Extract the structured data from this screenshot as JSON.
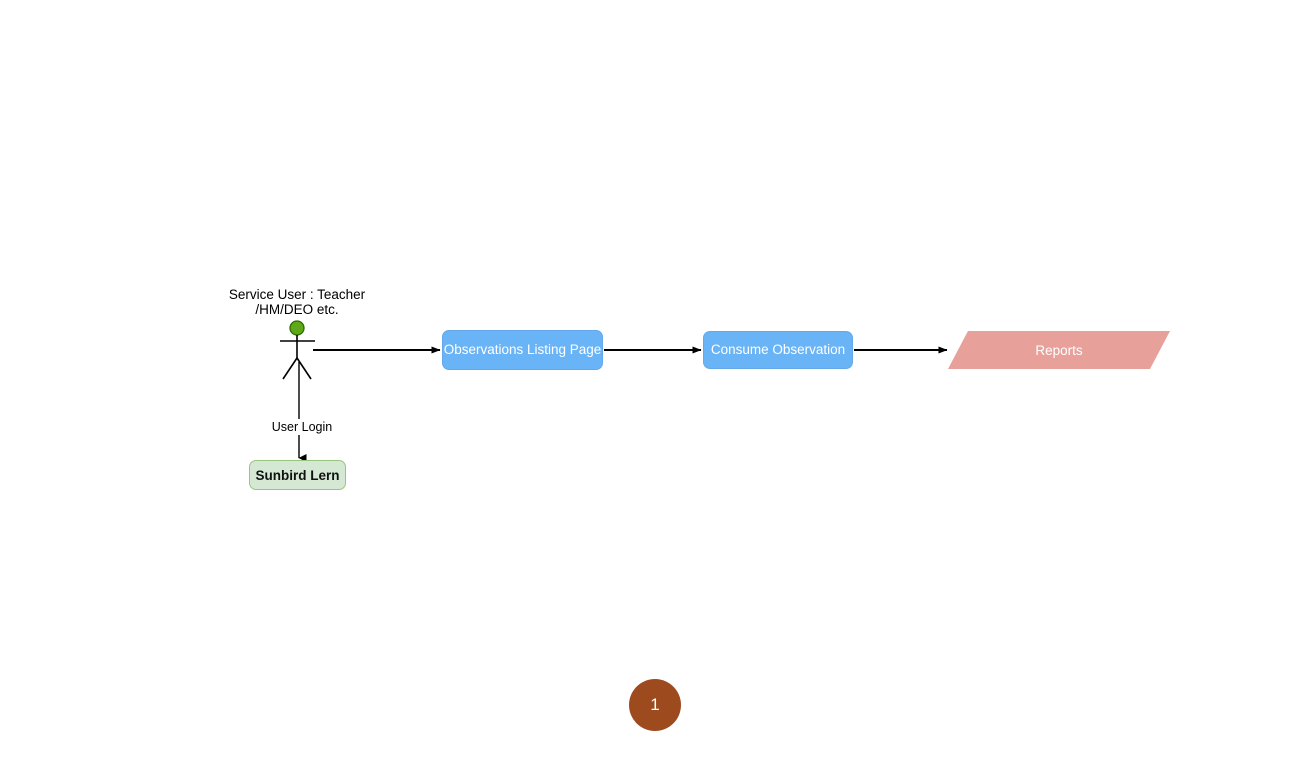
{
  "diagram": {
    "type": "flowchart",
    "background_color": "#ffffff",
    "actor": {
      "name": "service-user-actor",
      "label": "Service User : Teacher\n/HM/DEO etc.",
      "head_color": "#5fa817",
      "head_border_color": "#2d6a00",
      "stroke_color": "#000000"
    },
    "nodes": [
      {
        "id": "observations-listing-page",
        "label": "Observations Listing Page",
        "shape": "rounded-rectangle",
        "fill": "#69b3f7",
        "text_color": "#ffffff"
      },
      {
        "id": "consume-observation",
        "label": "Consume Observation",
        "shape": "rounded-rectangle",
        "fill": "#69b3f7",
        "text_color": "#ffffff"
      },
      {
        "id": "reports",
        "label": "Reports",
        "shape": "parallelogram",
        "fill": "#e8a09a",
        "text_color": "#ffffff"
      },
      {
        "id": "sunbird-lern",
        "label": "Sunbird Lern",
        "shape": "rounded-rectangle",
        "fill": "#d5e8d4",
        "border": "#9ac57f",
        "text_color": "#111111"
      }
    ],
    "edges": [
      {
        "id": "actor-to-observations",
        "from": "service-user-actor",
        "to": "observations-listing-page",
        "label": ""
      },
      {
        "id": "observations-to-consume",
        "from": "observations-listing-page",
        "to": "consume-observation",
        "label": ""
      },
      {
        "id": "consume-to-reports",
        "from": "consume-observation",
        "to": "reports",
        "label": ""
      },
      {
        "id": "actor-to-sunbird",
        "from": "service-user-actor",
        "to": "sunbird-lern",
        "label": "User Login"
      }
    ],
    "page_badge": {
      "number": "1",
      "fill": "#9c4a1e",
      "text_color": "#ffffff"
    }
  }
}
